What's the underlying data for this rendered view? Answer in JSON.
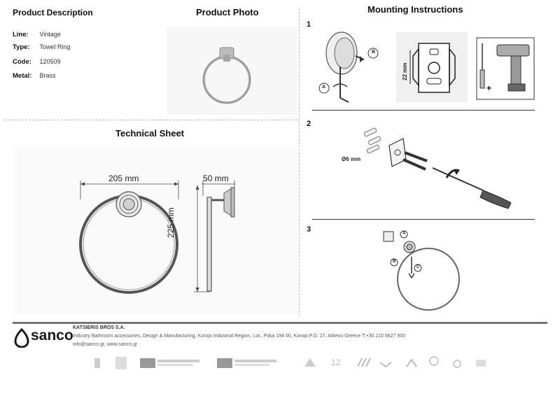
{
  "product_description": {
    "heading": "Product Description",
    "rows": [
      {
        "label": "Line:",
        "value": "Vintage"
      },
      {
        "label": "Type:",
        "value": "Towel Ring"
      },
      {
        "label": "Code:",
        "value": "120509"
      },
      {
        "label": "Metal:",
        "value": "Brass"
      }
    ]
  },
  "product_photo": {
    "heading": "Product Photo"
  },
  "technical_sheet": {
    "heading": "Technical Sheet",
    "width_dim": "205 mm",
    "depth_dim": "50 mm",
    "height_dim": "225 mm"
  },
  "mounting": {
    "heading": "Mounting Instructions",
    "steps": [
      {
        "number": "1",
        "callout_a": "A",
        "callout_b": "B",
        "dim": "22 mm"
      },
      {
        "number": "2",
        "dim": "Ø6 mm"
      },
      {
        "number": "3",
        "callout_a": "A",
        "callout_b": "B",
        "callout_c": "C"
      }
    ]
  },
  "footer": {
    "brand": "sanco",
    "company": "KATSIERIS BROS S.A.",
    "line1": "Industry Bathroom accessories, Design & Manufacturing, Koropi Industrial Region, Loc. Poka 194 00, Koropi P.O. 27. Athens-Greece   T:+30 210 6627 500",
    "line2": "info@sanco.gr, www.sanco.gr"
  },
  "colors": {
    "brand": "#1a1a1a",
    "rule": "#777777",
    "ring": "#666666"
  }
}
